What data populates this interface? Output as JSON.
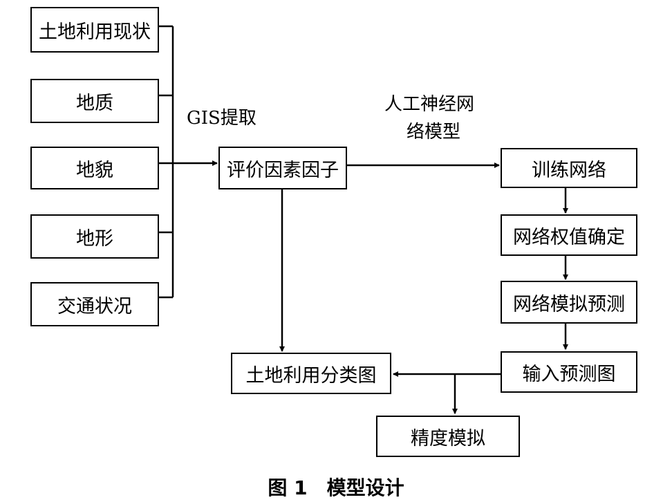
{
  "inputs": {
    "land_use_status": "土地利用现状",
    "geology": "地质",
    "landform": "地貌",
    "terrain": "地形",
    "traffic": "交通状况"
  },
  "labels": {
    "gis": "GIS提取",
    "ann_line1": "人工神经网",
    "ann_line2": "络模型"
  },
  "nodes": {
    "factors": "评价因素因子",
    "train": "训练网络",
    "weights": "网络权值确定",
    "simulate": "网络模拟预测",
    "input_map": "输入预测图",
    "classification": "土地利用分类图",
    "accuracy": "精度模拟"
  },
  "caption": "图 1　模型设计"
}
